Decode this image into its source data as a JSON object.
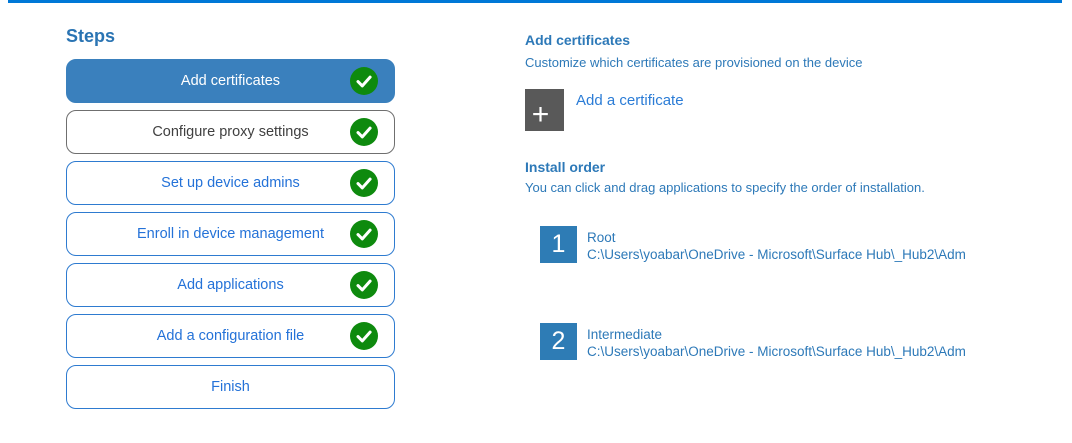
{
  "colors": {
    "top_accent": "#0078d7",
    "selected_step_bg": "#3a80bd",
    "step_link_blue": "#2472d8",
    "content_text_blue": "#2d79b8",
    "check_green": "#0e8a0e",
    "add_square_gray": "#595959",
    "order_badge_blue": "#2e7cb5"
  },
  "icons": {
    "check": "check-circle",
    "add": "+"
  },
  "steps_panel": {
    "title": "Steps",
    "items": [
      {
        "label": "Add certificates",
        "state": "selected",
        "checked": true
      },
      {
        "label": "Configure proxy settings",
        "state": "gray",
        "checked": true
      },
      {
        "label": "Set up device admins",
        "state": "normal",
        "checked": true
      },
      {
        "label": "Enroll in device management",
        "state": "normal",
        "checked": true
      },
      {
        "label": "Add applications",
        "state": "normal",
        "checked": true
      },
      {
        "label": "Add a configuration file",
        "state": "normal",
        "checked": true
      },
      {
        "label": "Finish",
        "state": "normal",
        "checked": false
      }
    ]
  },
  "content": {
    "section_title": "Add certificates",
    "section_subtitle": "Customize which certificates are provisioned on the device",
    "add_button_glyph": "+",
    "add_button_label": "Add a certificate",
    "install_order": {
      "title": "Install order",
      "subtitle": "You can click and drag applications to specify the order of installation.",
      "items": [
        {
          "number": "1",
          "name": "Root",
          "path": "C:\\Users\\yoabar\\OneDrive - Microsoft\\Surface Hub\\_Hub2\\Adm"
        },
        {
          "number": "2",
          "name": "Intermediate",
          "path": "C:\\Users\\yoabar\\OneDrive - Microsoft\\Surface Hub\\_Hub2\\Adm"
        }
      ]
    }
  }
}
